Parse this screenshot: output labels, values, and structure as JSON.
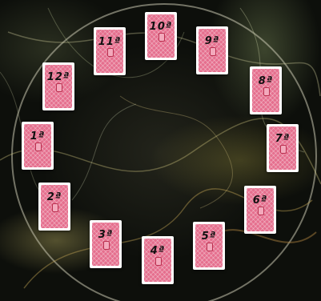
{
  "spread": {
    "cards": [
      {
        "id": "1",
        "label": "1ª"
      },
      {
        "id": "2",
        "label": "2ª"
      },
      {
        "id": "3",
        "label": "3ª"
      },
      {
        "id": "4",
        "label": "4ª"
      },
      {
        "id": "5",
        "label": "5ª"
      },
      {
        "id": "6",
        "label": "6ª"
      },
      {
        "id": "7",
        "label": "7ª"
      },
      {
        "id": "8",
        "label": "8ª"
      },
      {
        "id": "9",
        "label": "9ª"
      },
      {
        "id": "10",
        "label": "10ª"
      },
      {
        "id": "11",
        "label": "11ª"
      },
      {
        "id": "12",
        "label": "12ª"
      }
    ]
  },
  "colors": {
    "card_back": "#e56f8e",
    "card_border": "#ffffff",
    "background": "#0d0f0b"
  }
}
